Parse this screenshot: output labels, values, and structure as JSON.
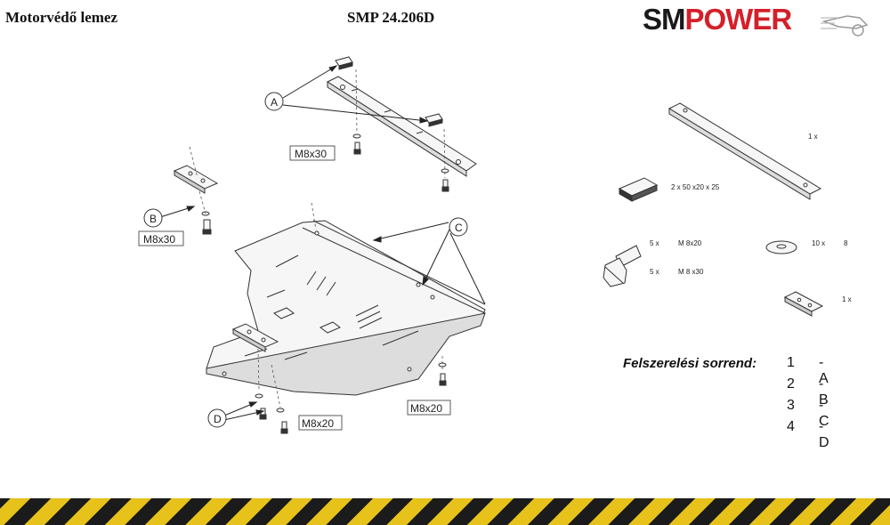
{
  "header": {
    "left_title": "Motorvédő lemez",
    "model_code": "SMP 24.206D",
    "logo_sm": "SM",
    "logo_power": "POWER"
  },
  "callouts": {
    "A": "A",
    "B": "B",
    "C": "C",
    "D": "D"
  },
  "bolts": {
    "top": "M8x30",
    "left": "M8x30",
    "right": "M8x20",
    "bottom": "M8x20"
  },
  "parts": {
    "bar_qty": "1 x",
    "spacer_size": "2 x 50  x20  x 25",
    "bolt1_qty": "5 x",
    "bolt1_size": "M 8x20",
    "bolt2_qty": "5 x",
    "bolt2_size": "M  8  x30",
    "washer_qty": "10 x",
    "washer_size": "8",
    "bracket_qty": "1 x"
  },
  "order": {
    "title": "Felszerelési sorrend:",
    "rows": [
      {
        "n": "1",
        "letter": "- A"
      },
      {
        "n": "2",
        "letter": "- B"
      },
      {
        "n": "3",
        "letter": "- C"
      },
      {
        "n": "4",
        "letter": "- D"
      }
    ]
  },
  "colors": {
    "logo_red": "#d3202a",
    "stripe_yellow": "#e6c21a",
    "stripe_black": "#1b1b1b"
  }
}
